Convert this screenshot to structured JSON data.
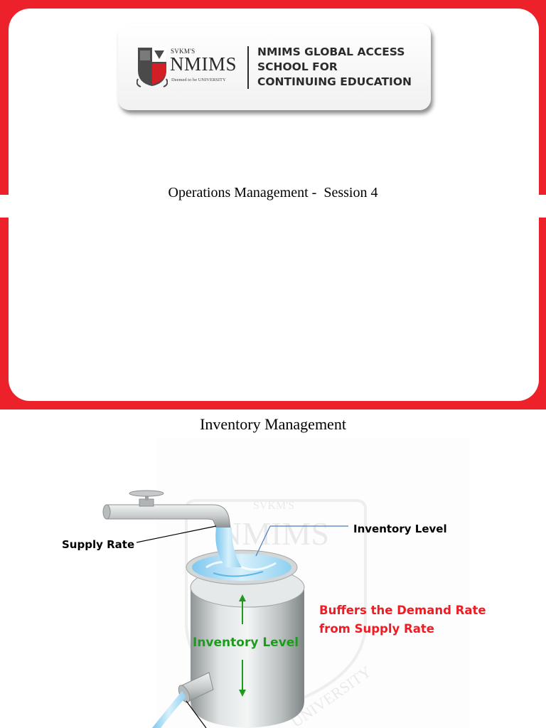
{
  "slide1": {
    "logo": {
      "svkm": "SVKM'S",
      "wordmark": "NMIMS",
      "tagline": "Deemed to be UNIVERSITY",
      "school_lines": [
        "NMIMS GLOBAL ACCESS",
        "SCHOOL FOR",
        "CONTINUING EDUCATION"
      ]
    },
    "title": "Operations Management -  Session 4",
    "colors": {
      "frame": "#ed2129",
      "card": "#ffffff"
    }
  },
  "slide2": {
    "title": "Inventory Management",
    "labels": {
      "supply_rate": "Supply Rate",
      "inventory_level_top": "Inventory Level",
      "buffer_line1": "Buffers the Demand Rate",
      "buffer_line2": "from Supply Rate",
      "inventory_level_tank": "Inventory Level"
    },
    "watermark": {
      "top": "SVKM'S",
      "middle": "NMIMS",
      "bottom": "UNIVERSITY"
    },
    "colors": {
      "buffer_text": "#ee1c24",
      "inventory_text": "#1e9a1e",
      "water": "#9fd8f5"
    }
  }
}
